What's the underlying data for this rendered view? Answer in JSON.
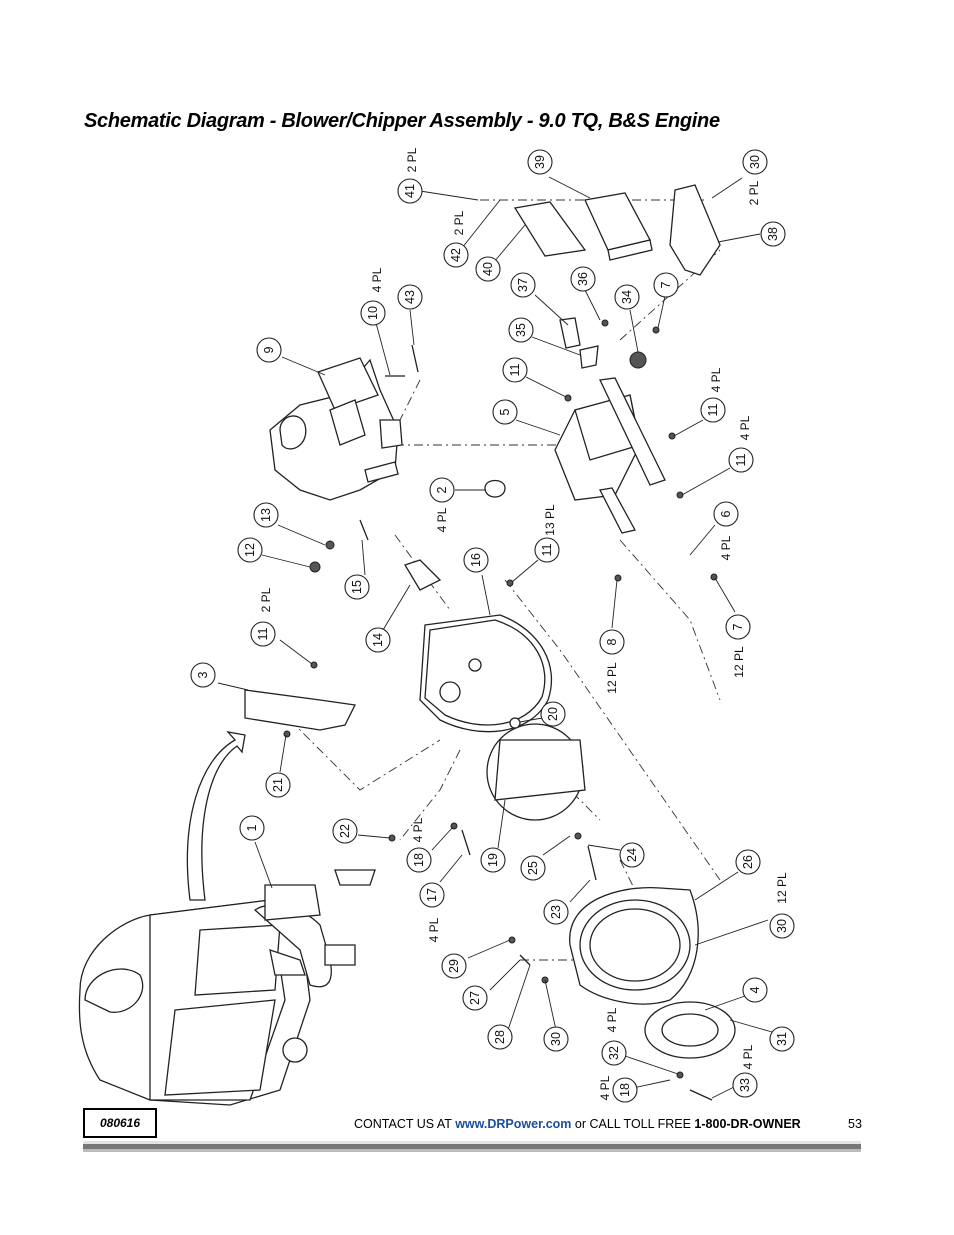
{
  "page": {
    "title": "Schematic Diagram - Blower/Chipper Assembly - 9.0 TQ, B&S Engine",
    "doc_code": "080616",
    "page_number": "53"
  },
  "footer": {
    "contact_prefix": "CONTACT US AT",
    "url": "www.DRPower.com",
    "contact_middle": "or CALL TOLL FREE",
    "phone": "1-800-DR-OWNER"
  },
  "callouts": [
    {
      "num": "39"
    },
    {
      "num": "30"
    },
    {
      "num": "41"
    },
    {
      "num": "42"
    },
    {
      "num": "40"
    },
    {
      "num": "38"
    },
    {
      "num": "37"
    },
    {
      "num": "36"
    },
    {
      "num": "34"
    },
    {
      "num": "7"
    },
    {
      "num": "10"
    },
    {
      "num": "43"
    },
    {
      "num": "35"
    },
    {
      "num": "9"
    },
    {
      "num": "11"
    },
    {
      "num": "5"
    },
    {
      "num": "11"
    },
    {
      "num": "11"
    },
    {
      "num": "2"
    },
    {
      "num": "13"
    },
    {
      "num": "6"
    },
    {
      "num": "12"
    },
    {
      "num": "16"
    },
    {
      "num": "11"
    },
    {
      "num": "15"
    },
    {
      "num": "11"
    },
    {
      "num": "14"
    },
    {
      "num": "8"
    },
    {
      "num": "7"
    },
    {
      "num": "3"
    },
    {
      "num": "20"
    },
    {
      "num": "21"
    },
    {
      "num": "1"
    },
    {
      "num": "22"
    },
    {
      "num": "18"
    },
    {
      "num": "19"
    },
    {
      "num": "25"
    },
    {
      "num": "24"
    },
    {
      "num": "26"
    },
    {
      "num": "17"
    },
    {
      "num": "23"
    },
    {
      "num": "30"
    },
    {
      "num": "29"
    },
    {
      "num": "4"
    },
    {
      "num": "27"
    },
    {
      "num": "28"
    },
    {
      "num": "30"
    },
    {
      "num": "31"
    },
    {
      "num": "32"
    },
    {
      "num": "18"
    },
    {
      "num": "33"
    }
  ],
  "quantities": [
    {
      "text": "2 PL"
    },
    {
      "text": "2 PL"
    },
    {
      "text": "2 PL"
    },
    {
      "text": "4 PL"
    },
    {
      "text": "4 PL"
    },
    {
      "text": "4 PL"
    },
    {
      "text": "4 PL"
    },
    {
      "text": "13 PL"
    },
    {
      "text": "4 PL"
    },
    {
      "text": "2 PL"
    },
    {
      "text": "12 PL"
    },
    {
      "text": "12 PL"
    },
    {
      "text": "4 PL"
    },
    {
      "text": "4 PL"
    },
    {
      "text": "12 PL"
    },
    {
      "text": "4 PL"
    },
    {
      "text": "4 PL"
    },
    {
      "text": "4 PL"
    }
  ]
}
